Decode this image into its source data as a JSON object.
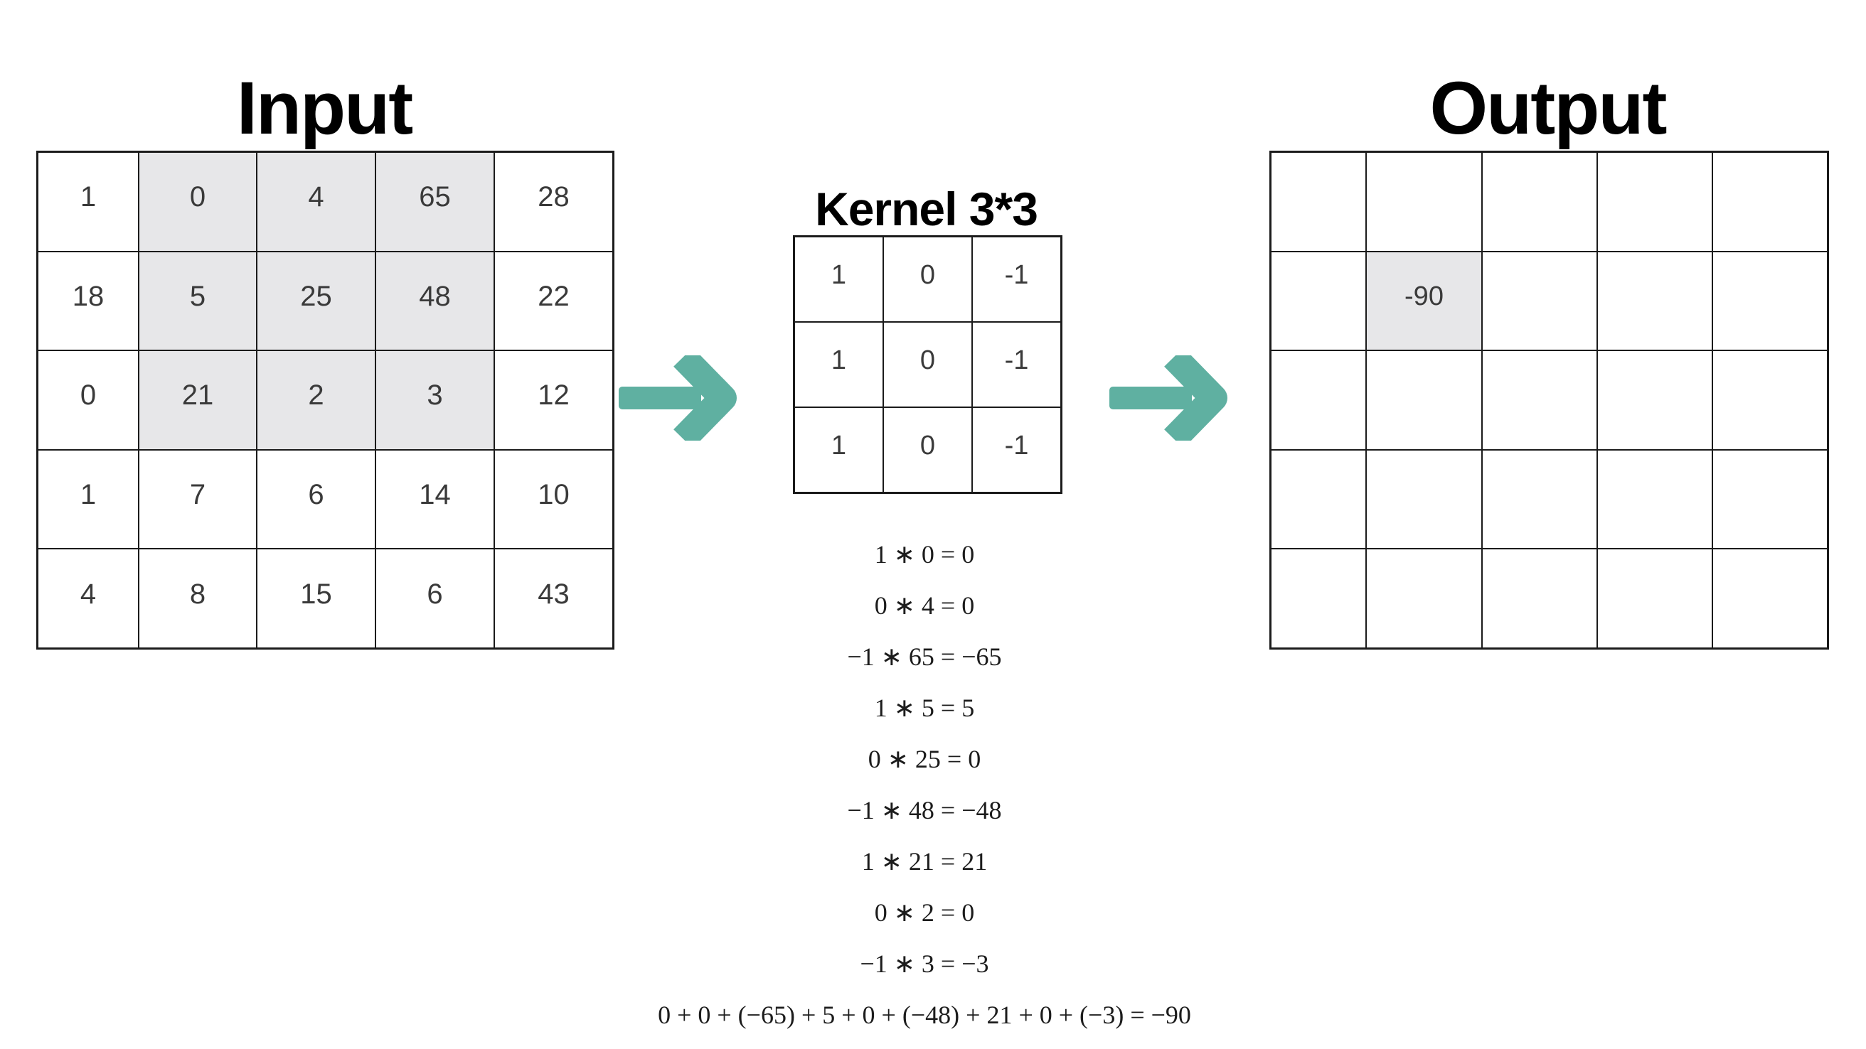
{
  "titles": {
    "input": "Input",
    "kernel": "Kernel 3*3",
    "output": "Output"
  },
  "input_grid": {
    "rows": [
      [
        "1",
        "0",
        "4",
        "65",
        "28"
      ],
      [
        "18",
        "5",
        "25",
        "48",
        "22"
      ],
      [
        "0",
        "21",
        "2",
        "3",
        "12"
      ],
      [
        "1",
        "7",
        "6",
        "14",
        "10"
      ],
      [
        "4",
        "8",
        "15",
        "6",
        "43"
      ]
    ],
    "highlight": {
      "row_start": 0,
      "row_end": 2,
      "col_start": 1,
      "col_end": 3
    }
  },
  "kernel_grid": {
    "rows": [
      [
        "1",
        "0",
        "-1"
      ],
      [
        "1",
        "0",
        "-1"
      ],
      [
        "1",
        "0",
        "-1"
      ]
    ]
  },
  "output_grid": {
    "rows": [
      [
        "",
        "",
        "",
        "",
        ""
      ],
      [
        "",
        "-90",
        "",
        "",
        ""
      ],
      [
        "",
        "",
        "",
        "",
        ""
      ],
      [
        "",
        "",
        "",
        "",
        ""
      ],
      [
        "",
        "",
        "",
        "",
        ""
      ]
    ],
    "highlight": {
      "row_start": 1,
      "row_end": 1,
      "col_start": 1,
      "col_end": 1
    }
  },
  "equations": [
    "1 ∗ 0 = 0",
    "0 ∗ 4 = 0",
    "−1 ∗ 65 = −65",
    "1 ∗ 5 = 5",
    "0 ∗ 25 = 0",
    "−1 ∗ 48 = −48",
    "1 ∗ 21 = 21",
    "0 ∗ 2 = 0",
    "−1 ∗ 3 = −3",
    "0 + 0 + (−65) + 5 + 0 + (−48) + 21 + 0 + (−3) = −90"
  ],
  "icons": {
    "arrow_1": "arrow-right-icon",
    "arrow_2": "arrow-right-icon"
  },
  "colors": {
    "cell_highlight": "#e7e7e9",
    "arrow": "#5fb0a1",
    "grid_line": "#1b1b1b"
  }
}
